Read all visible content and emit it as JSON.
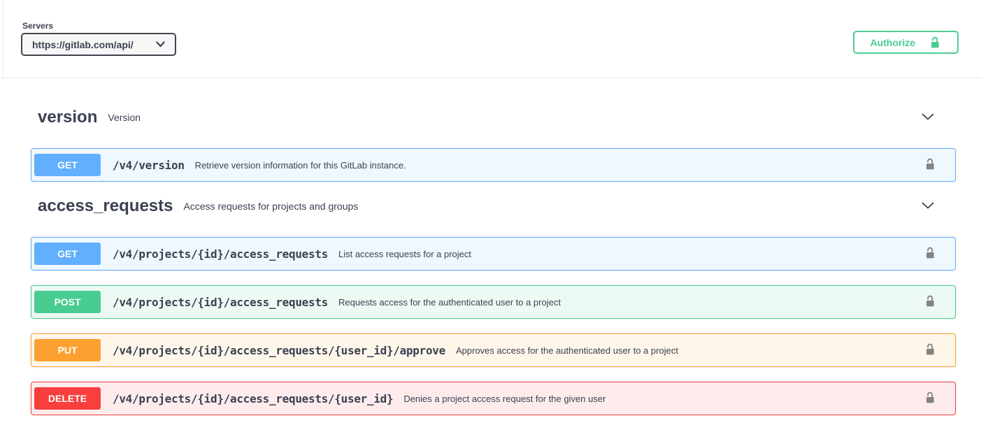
{
  "servers": {
    "label": "Servers",
    "selected_url": "https://gitlab.com/api/"
  },
  "authorize": {
    "label": "Authorize",
    "icon": "unlocked-padlock-icon"
  },
  "colors": {
    "text": "#3b4151",
    "authorize": "#49cc90",
    "lock_icon": "#838383",
    "get": "#61affe",
    "get_bg": "#eff7ff",
    "post": "#49cc90",
    "post_bg": "#edfaf4",
    "put": "#fca130",
    "put_bg": "#fff6ea",
    "delete": "#f93e3e",
    "delete_bg": "#feecec"
  },
  "sections": [
    {
      "name": "version",
      "description": "Version",
      "operations": [
        {
          "method": "GET",
          "path": "/v4/version",
          "summary": "Retrieve version information for this GitLab instance."
        }
      ]
    },
    {
      "name": "access_requests",
      "description": "Access requests for projects and groups",
      "operations": [
        {
          "method": "GET",
          "path": "/v4/projects/{id}/access_requests",
          "summary": "List access requests for a project"
        },
        {
          "method": "POST",
          "path": "/v4/projects/{id}/access_requests",
          "summary": "Requests access for the authenticated user to a project"
        },
        {
          "method": "PUT",
          "path": "/v4/projects/{id}/access_requests/{user_id}/approve",
          "summary": "Approves access for the authenticated user to a project"
        },
        {
          "method": "DELETE",
          "path": "/v4/projects/{id}/access_requests/{user_id}",
          "summary": "Denies a project access request for the given user"
        }
      ]
    }
  ]
}
